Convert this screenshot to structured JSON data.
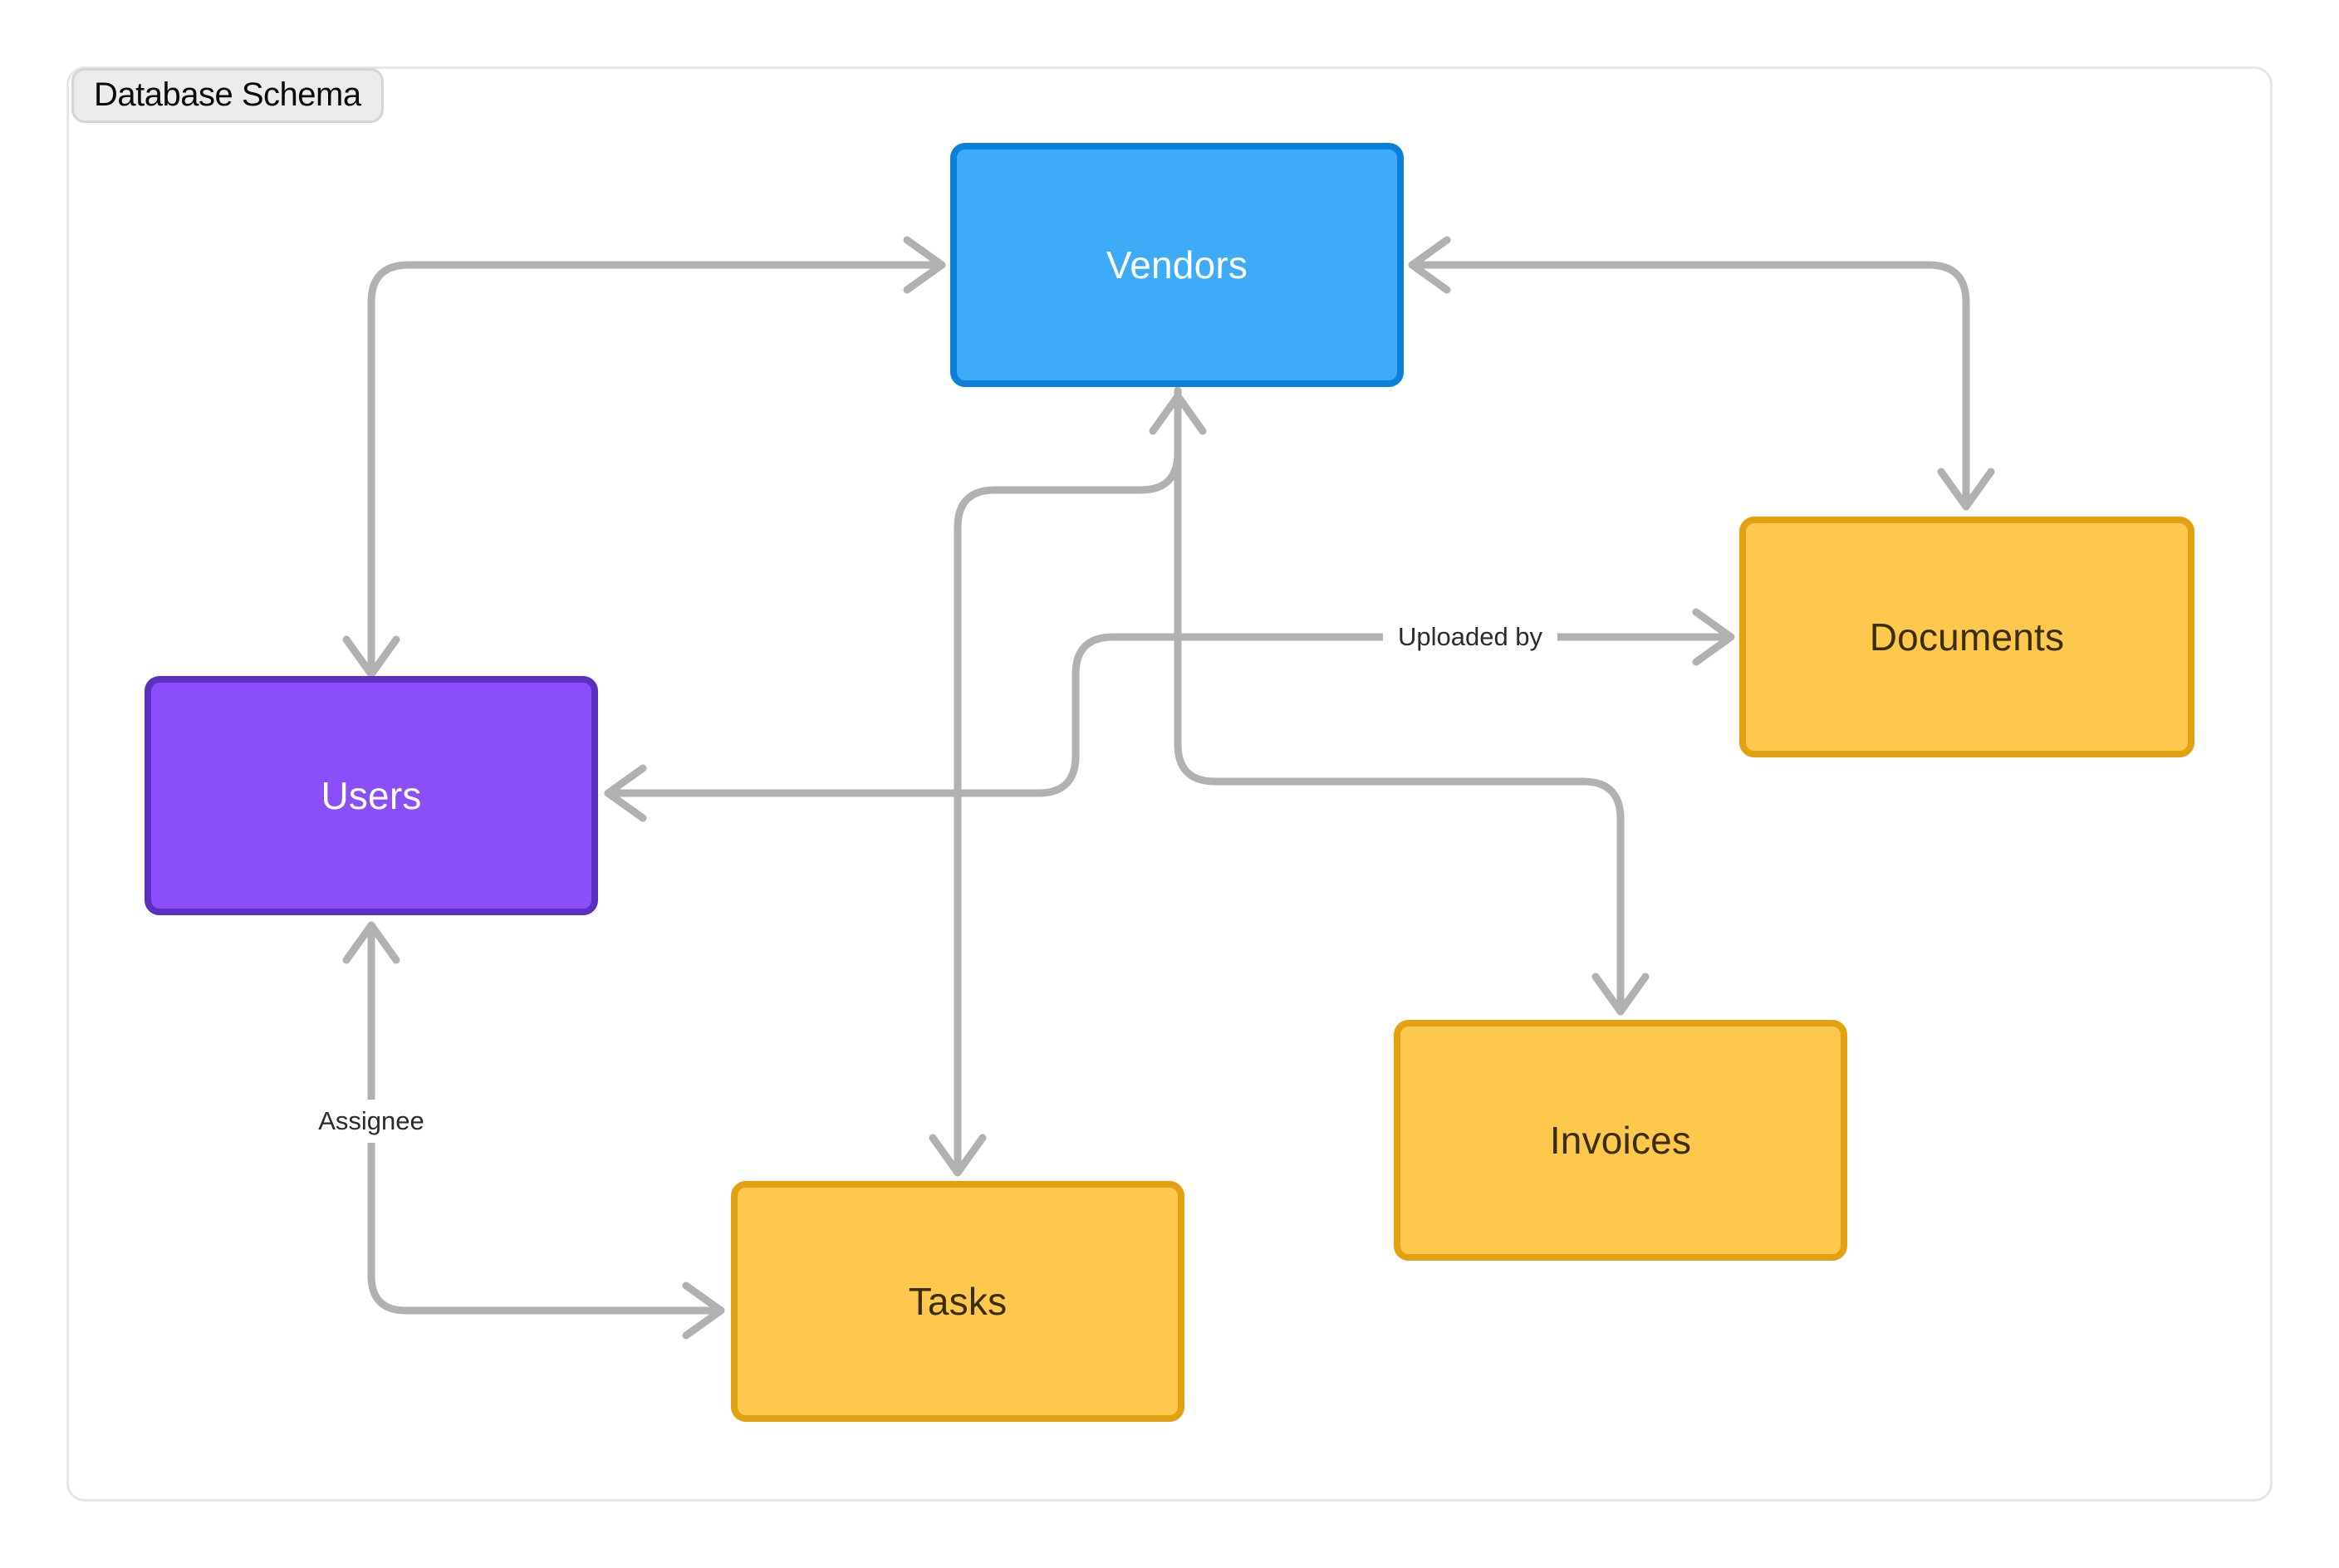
{
  "page": {
    "title_badge": "Database Schema"
  },
  "nodes": {
    "vendors": {
      "label": "Vendors",
      "fill": "#3EABF8",
      "border": "#0A80D8",
      "text_color": "#FFFFFF"
    },
    "users": {
      "label": "Users",
      "fill": "#8A4FF8",
      "border": "#5B2FC0",
      "text_color": "#FFFFFF"
    },
    "documents": {
      "label": "Documents",
      "fill": "#FEC84D",
      "border": "#E3A011",
      "text_color": "#3A2E06"
    },
    "invoices": {
      "label": "Invoices",
      "fill": "#FEC84D",
      "border": "#E3A011",
      "text_color": "#3A2E06"
    },
    "tasks": {
      "label": "Tasks",
      "fill": "#FEC84D",
      "border": "#E3A011",
      "text_color": "#3A2E06"
    }
  },
  "edges": [
    {
      "from": "Users",
      "to": "Vendors",
      "label": "",
      "arrows": "both-ends"
    },
    {
      "from": "Vendors",
      "to": "Documents",
      "label": "",
      "arrows": "both-ends"
    },
    {
      "from": "Tasks",
      "to": "Vendors",
      "label": "",
      "arrows": "both-ends"
    },
    {
      "from": "Vendors",
      "to": "Invoices",
      "label": "",
      "arrows": "into-invoices"
    },
    {
      "from": "Users",
      "to": "Documents",
      "label": "Uploaded by",
      "arrows": "both-ends"
    },
    {
      "from": "Users",
      "to": "Tasks",
      "label": "Assignee",
      "arrows": "both-ends"
    }
  ],
  "colors": {
    "edge_stroke": "#B1B1B1",
    "canvas_bg": "#FFFFFF",
    "frame_border": "#E6E6E9",
    "badge_bg": "#ECECEE",
    "badge_border": "#D4D4D9",
    "badge_text": "#0A0A0A",
    "edge_label_text": "#2B2B2B"
  }
}
